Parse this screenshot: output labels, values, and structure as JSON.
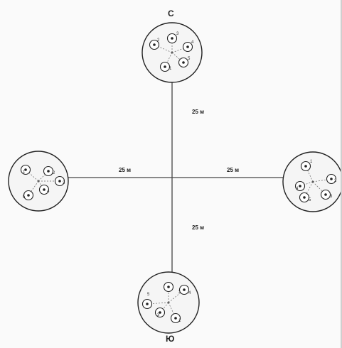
{
  "directions": {
    "north": "С",
    "south": "Ю"
  },
  "distances": {
    "north": "25 м",
    "west": "25 м",
    "east": "25 м",
    "south": "25 м"
  },
  "plots": [
    {
      "id": "north",
      "samples": [
        {
          "label": "2"
        },
        {
          "label": "3"
        },
        {
          "label": "4"
        },
        {
          "label": "5"
        },
        {
          "label": "1"
        }
      ]
    },
    {
      "id": "west",
      "samples": [
        {
          "label": "1"
        },
        {
          "label": "2"
        },
        {
          "label": "3"
        },
        {
          "label": "5"
        },
        {
          "label": "4"
        }
      ]
    },
    {
      "id": "east",
      "samples": [
        {
          "label": "1"
        },
        {
          "label": "2"
        },
        {
          "label": "3"
        },
        {
          "label": "4"
        },
        {
          "label": "5"
        }
      ]
    },
    {
      "id": "south",
      "samples": [
        {
          "label": "5"
        },
        {
          "label": "2"
        },
        {
          "label": "4"
        },
        {
          "label": "3"
        },
        {
          "label": "1"
        }
      ]
    }
  ]
}
